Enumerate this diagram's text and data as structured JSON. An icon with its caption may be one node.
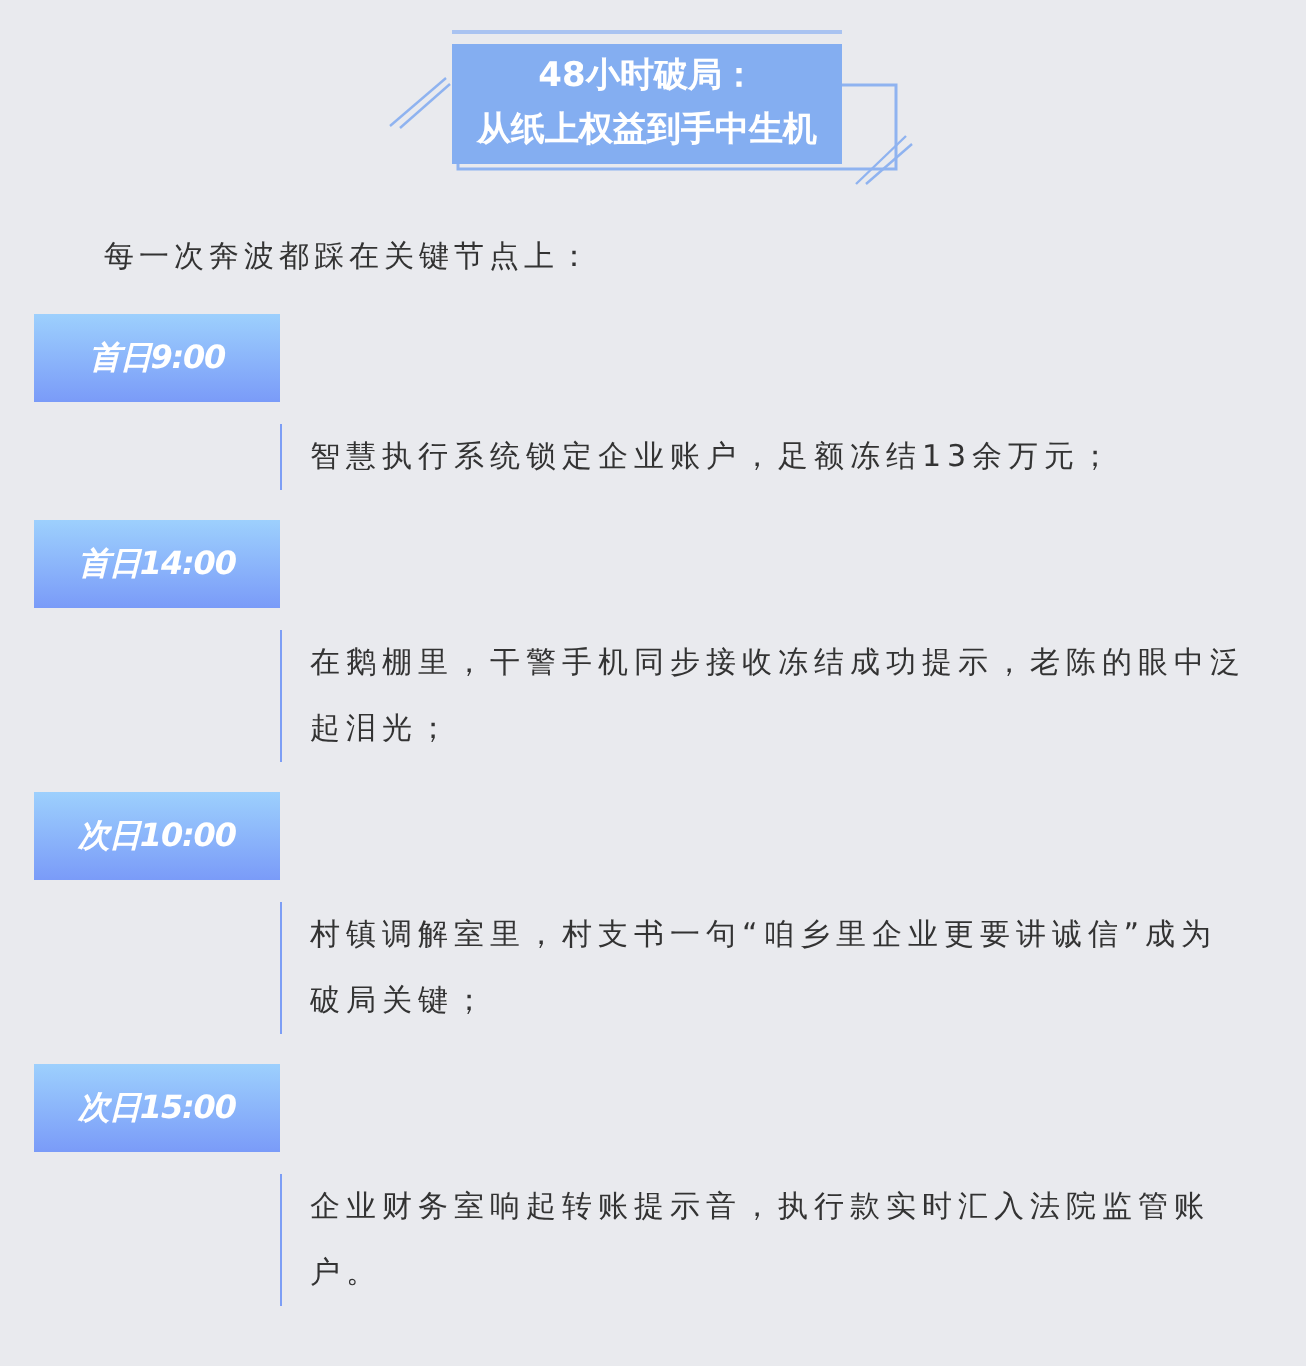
{
  "diagram": {
    "title": "48小时破局：从纸上权益到手中生机",
    "nodes": [
      {
        "text": [
          "首日9:00"
        ],
        "beside": [
          "智慧执行系统锁定企业账户，足额冻结13余万元；"
        ]
      },
      {
        "text": [
          "首日14:00"
        ],
        "beside": [
          "在鹅棚里，干警手机同步接收冻结成功提示，老陈的眼中泛起泪光；"
        ]
      },
      {
        "text": [
          "次日10:00"
        ],
        "beside": [
          "村镇调解室里，村支书一句“咱乡里企业更要讲诚信”成为破局关键；"
        ]
      },
      {
        "text": [
          "次日15:00"
        ],
        "beside": [
          "企业财务室响起转账提示音，执行款实时汇入法院监管账户。"
        ]
      }
    ],
    "labels": [
      "每一次奔波都踩在关键节点上："
    ]
  }
}
